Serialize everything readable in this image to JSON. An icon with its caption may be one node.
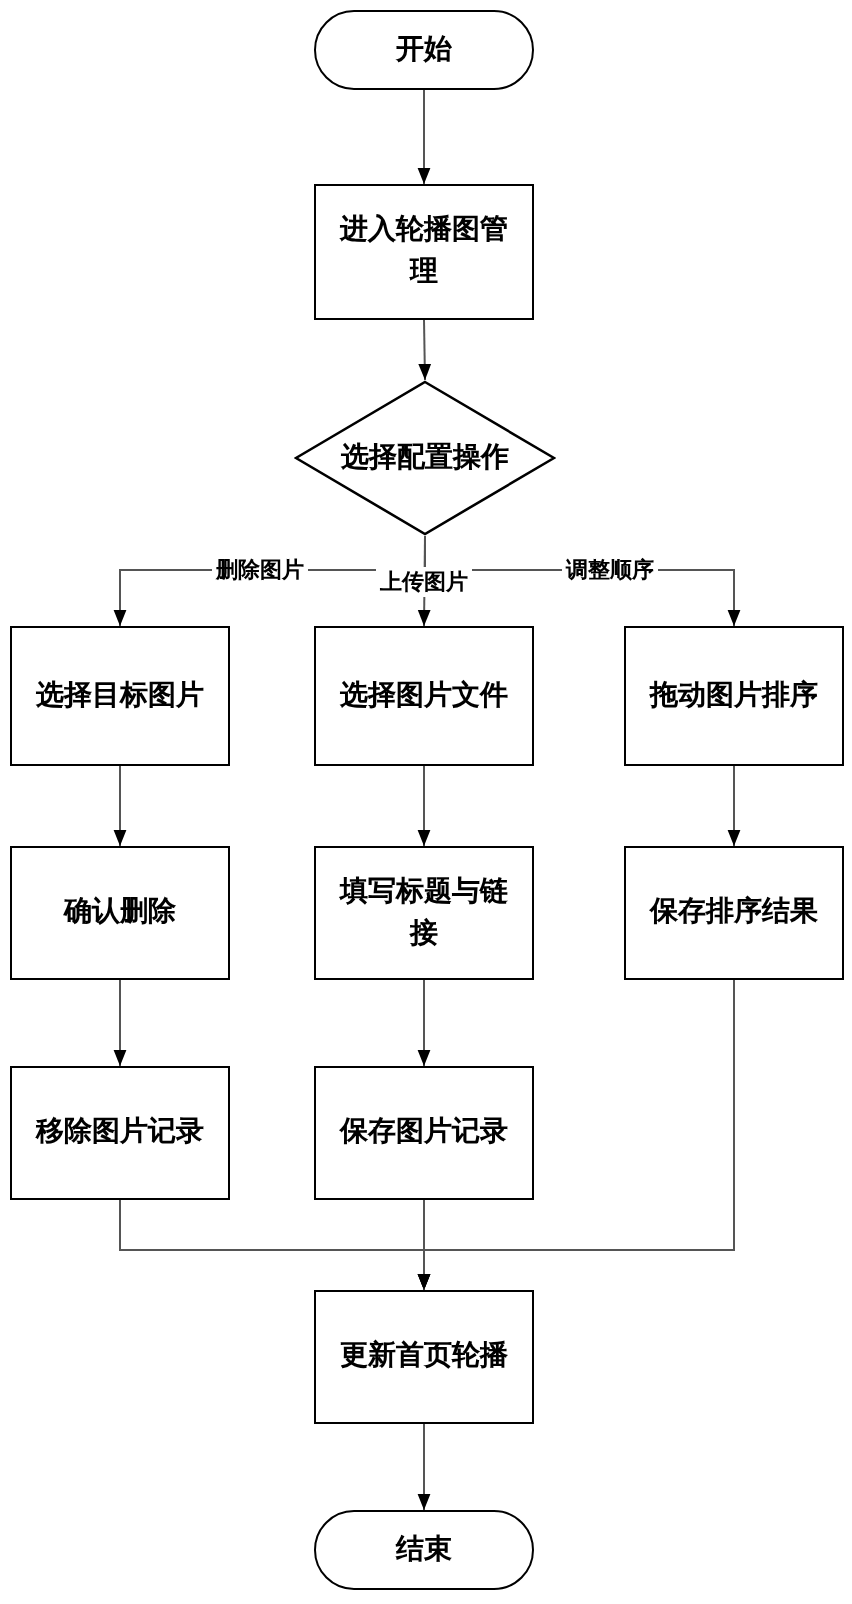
{
  "diagram": {
    "nodes": [
      {
        "text": [
          "开始"
        ]
      },
      {
        "text": [
          "进入轮播图管理"
        ]
      },
      {
        "text": [
          "选择配置操作"
        ]
      },
      {
        "text": [
          "选择目标图片"
        ]
      },
      {
        "text": [
          "选择图片文件"
        ]
      },
      {
        "text": [
          "拖动图片排序"
        ]
      },
      {
        "text": [
          "确认删除"
        ]
      },
      {
        "text": [
          "填写标题与链接"
        ]
      },
      {
        "text": [
          "保存排序结果"
        ]
      },
      {
        "text": [
          "移除图片记录"
        ]
      },
      {
        "text": [
          "保存图片记录"
        ]
      },
      {
        "text": [
          "更新首页轮播"
        ]
      },
      {
        "text": [
          "结束"
        ]
      }
    ],
    "edges": [
      {
        "from": 0,
        "to": 1,
        "arrow": "to"
      },
      {
        "from": 1,
        "to": 2,
        "arrow": "to"
      },
      {
        "from": 2,
        "to": 3,
        "arrow": "to",
        "label": "删除图片"
      },
      {
        "from": 2,
        "to": 4,
        "arrow": "to",
        "label": "上传图片"
      },
      {
        "from": 2,
        "to": 5,
        "arrow": "to",
        "label": "调整顺序"
      },
      {
        "from": 3,
        "to": 6,
        "arrow": "to"
      },
      {
        "from": 4,
        "to": 7,
        "arrow": "to"
      },
      {
        "from": 5,
        "to": 8,
        "arrow": "to"
      },
      {
        "from": 6,
        "to": 9,
        "arrow": "to"
      },
      {
        "from": 7,
        "to": 10,
        "arrow": "to"
      },
      {
        "from": 9,
        "to": 11,
        "arrow": "to"
      },
      {
        "from": 10,
        "to": 11,
        "arrow": "to"
      },
      {
        "from": 8,
        "to": 11,
        "arrow": "to"
      },
      {
        "from": 11,
        "to": 12,
        "arrow": "to"
      }
    ]
  }
}
